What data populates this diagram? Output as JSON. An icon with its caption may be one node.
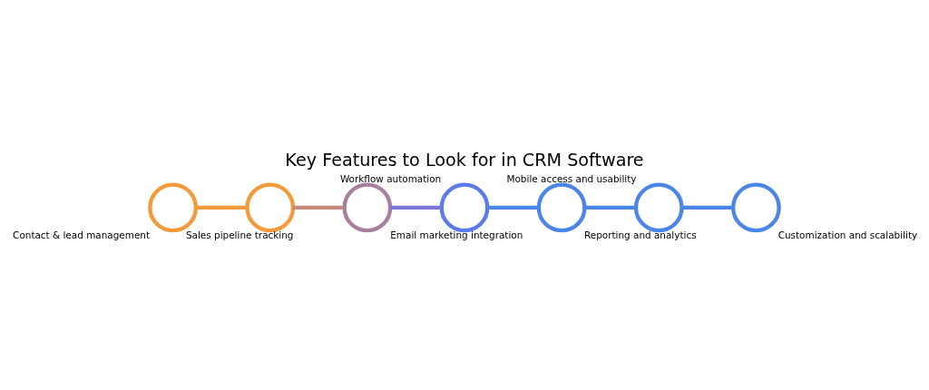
{
  "diagram": {
    "title": "Key Features to Look for in CRM Software",
    "nodes": [
      {
        "text": [],
        "shape": "circle",
        "beside": [
          "Contact & lead management"
        ]
      },
      {
        "text": [],
        "shape": "circle",
        "beside": [
          "Sales pipeline tracking"
        ]
      },
      {
        "text": [],
        "shape": "circle",
        "beside": [
          "Email marketing integration"
        ]
      },
      {
        "text": [],
        "shape": "circle",
        "beside": [
          "Workflow automation"
        ]
      },
      {
        "text": [],
        "shape": "circle",
        "beside": [
          "Reporting and analytics"
        ]
      },
      {
        "text": [],
        "shape": "circle",
        "beside": [
          "Mobile access and usability"
        ]
      },
      {
        "text": [],
        "shape": "circle",
        "beside": [
          "Customization and scalability"
        ]
      }
    ],
    "edges": [
      {
        "from": 0,
        "to": 1,
        "arrow": "none",
        "color": "#f59a3a"
      },
      {
        "from": 1,
        "to": 2,
        "arrow": "none",
        "color": "#c48a7a"
      },
      {
        "from": 2,
        "to": 3,
        "arrow": "none",
        "color": "#7a78d8"
      },
      {
        "from": 3,
        "to": 4,
        "arrow": "none"
      },
      {
        "from": 4,
        "to": 5,
        "arrow": "none"
      },
      {
        "from": 5,
        "to": 6,
        "arrow": "none"
      }
    ]
  }
}
